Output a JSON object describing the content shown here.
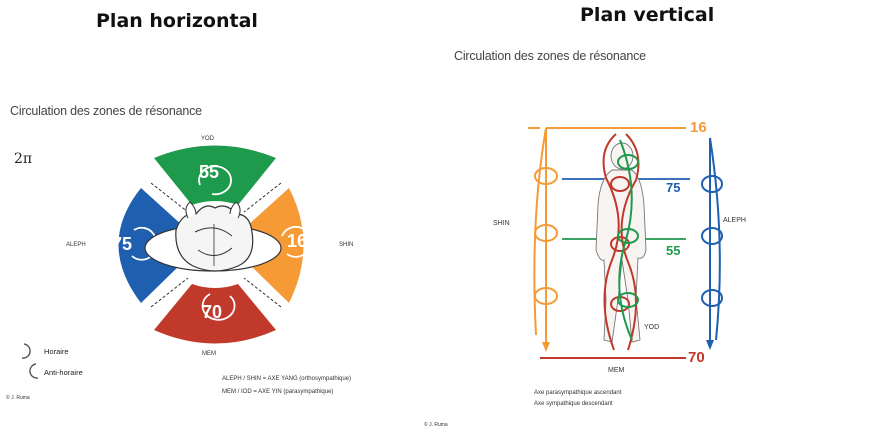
{
  "left": {
    "heading": "Plan horizontal",
    "subtitle": "Circulation des zones de résonance",
    "two_pi": "2π",
    "zones": {
      "top": {
        "name": "YOD",
        "value": "55",
        "color": "#1e9a4c"
      },
      "left": {
        "name": "ALEPH",
        "value": "75",
        "color": "#1f5fb0"
      },
      "right": {
        "name": "SHIN",
        "value": "16",
        "color": "#f59a35"
      },
      "bottom": {
        "name": "MEM",
        "value": "70",
        "color": "#c0392b"
      }
    },
    "legend": {
      "clockwise": "Horaire",
      "counter": "Anti-horaire"
    },
    "axes": {
      "line1": "ALEPH / SHIN = AXE YANG (orthosympathique)",
      "line2": "MEM / IOD = AXE YIN (parasympathique)"
    },
    "credit": "© J. Ruma"
  },
  "right": {
    "heading": "Plan vertical",
    "subtitle": "Circulation des zones de résonance",
    "levels": {
      "top": {
        "value": "16",
        "color": "#f59a35"
      },
      "upper": {
        "value": "75",
        "color": "#1f5fb0"
      },
      "middle": {
        "value": "55",
        "color": "#1e9a4c"
      },
      "bottom": {
        "value": "70",
        "color": "#c0392b"
      }
    },
    "labels": {
      "shin": "SHIN",
      "aleph": "ALEPH",
      "yod": "YOD",
      "mem": "MEM"
    },
    "axes": {
      "line1": "Axe parasympathique ascendant",
      "line2": "Axe sympathique descendant"
    },
    "credit": "© J. Ruma"
  }
}
